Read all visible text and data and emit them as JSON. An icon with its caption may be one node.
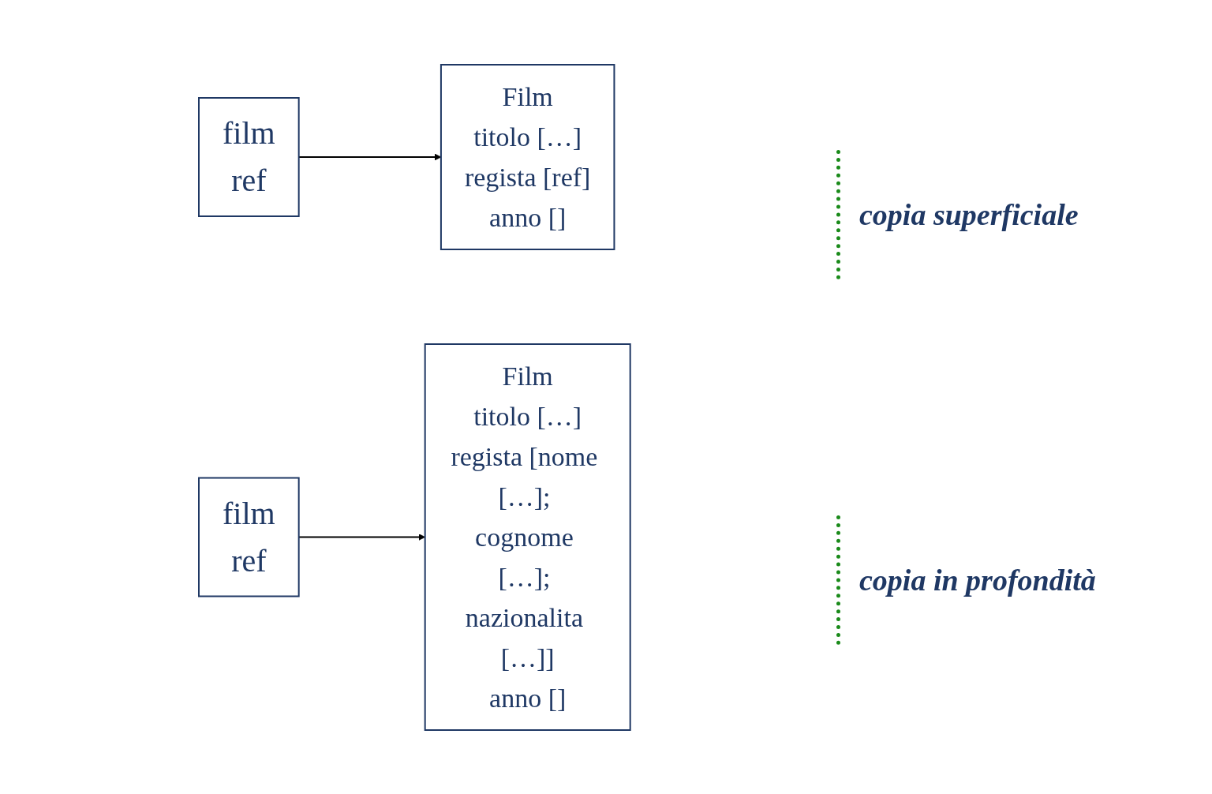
{
  "diagram": {
    "nodes": [
      {
        "text": [
          "film",
          "ref"
        ]
      },
      {
        "text": [
          "Film",
          "titolo […]",
          "regista [ref]",
          "anno []"
        ]
      },
      {
        "text": [
          "film",
          "ref"
        ]
      },
      {
        "text": [
          "Film",
          "titolo […]",
          "regista [nome […]; cognome […]; nazionalita […]]",
          "anno []"
        ]
      }
    ],
    "edges": [
      {
        "from": 0,
        "to": 1,
        "arrow": "to"
      },
      {
        "from": 2,
        "to": 3,
        "arrow": "to"
      }
    ],
    "labels": [
      "copia superficiale",
      "copia in profondità"
    ]
  }
}
